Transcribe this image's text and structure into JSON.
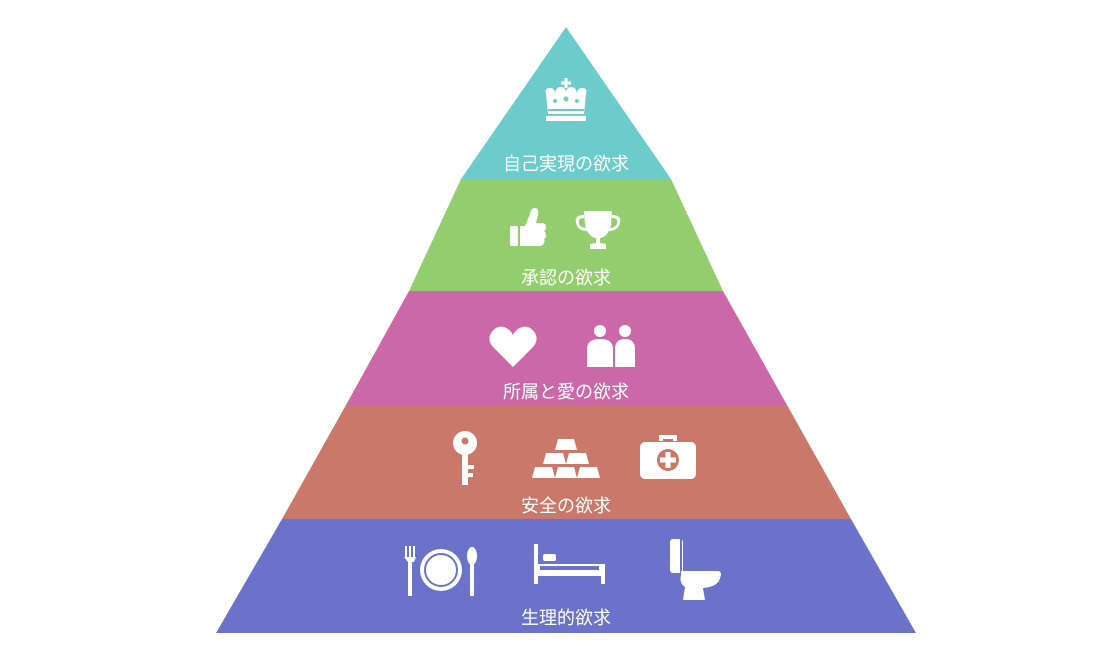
{
  "diagram": {
    "tiers": [
      {
        "label": "自己実現の欲求",
        "color": "#6ccbcb",
        "icons": [
          "crown-icon"
        ]
      },
      {
        "label": "承認の欲求",
        "color": "#93cd6d",
        "icons": [
          "thumbs-up-icon",
          "trophy-icon"
        ]
      },
      {
        "label": "所属と愛の欲求",
        "color": "#cb68a8",
        "icons": [
          "heart-icon",
          "people-icon"
        ]
      },
      {
        "label": "安全の欲求",
        "color": "#c9786a",
        "icons": [
          "key-icon",
          "gold-bars-icon",
          "first-aid-kit-icon"
        ]
      },
      {
        "label": "生理的欲求",
        "color": "#6a73c9",
        "icons": [
          "meal-plate-icon",
          "bed-icon",
          "toilet-icon"
        ]
      }
    ]
  }
}
